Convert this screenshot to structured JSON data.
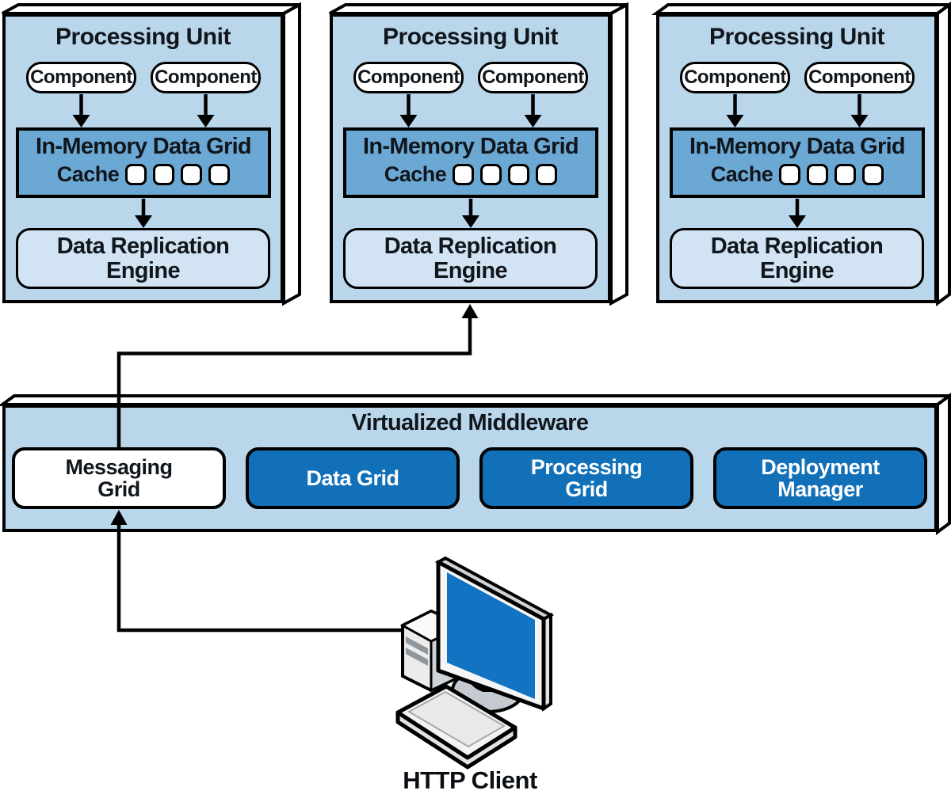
{
  "units": [
    {
      "title": "Processing Unit",
      "components": [
        "Component",
        "Component"
      ],
      "imdg": {
        "title": "In-Memory Data Grid",
        "cache_label": "Cache",
        "cache_slots": 4
      },
      "dre_label": "Data Replication Engine"
    },
    {
      "title": "Processing Unit",
      "components": [
        "Component",
        "Component"
      ],
      "imdg": {
        "title": "In-Memory Data Grid",
        "cache_label": "Cache",
        "cache_slots": 4
      },
      "dre_label": "Data Replication Engine"
    },
    {
      "title": "Processing Unit",
      "components": [
        "Component",
        "Component"
      ],
      "imdg": {
        "title": "In-Memory Data Grid",
        "cache_label": "Cache",
        "cache_slots": 4
      },
      "dre_label": "Data Replication Engine"
    }
  ],
  "middleware": {
    "title": "Virtualized Middleware",
    "items": [
      {
        "label": "Messaging Grid",
        "variant": "light"
      },
      {
        "label": "Data Grid",
        "variant": "blue"
      },
      {
        "label": "Processing Grid",
        "variant": "blue"
      },
      {
        "label": "Deployment Manager",
        "variant": "blue"
      }
    ]
  },
  "client": {
    "label": "HTTP Client",
    "icon": "desktop-computer-icon"
  },
  "colors": {
    "panel_bg": "#B9D6EA",
    "imdg_bg": "#6CA8D4",
    "dre_bg": "#D2E4F3",
    "accent_blue": "#1270B8",
    "screen_blue": "#1273C2",
    "outline": "#000000",
    "text_dark": "#10161C"
  }
}
